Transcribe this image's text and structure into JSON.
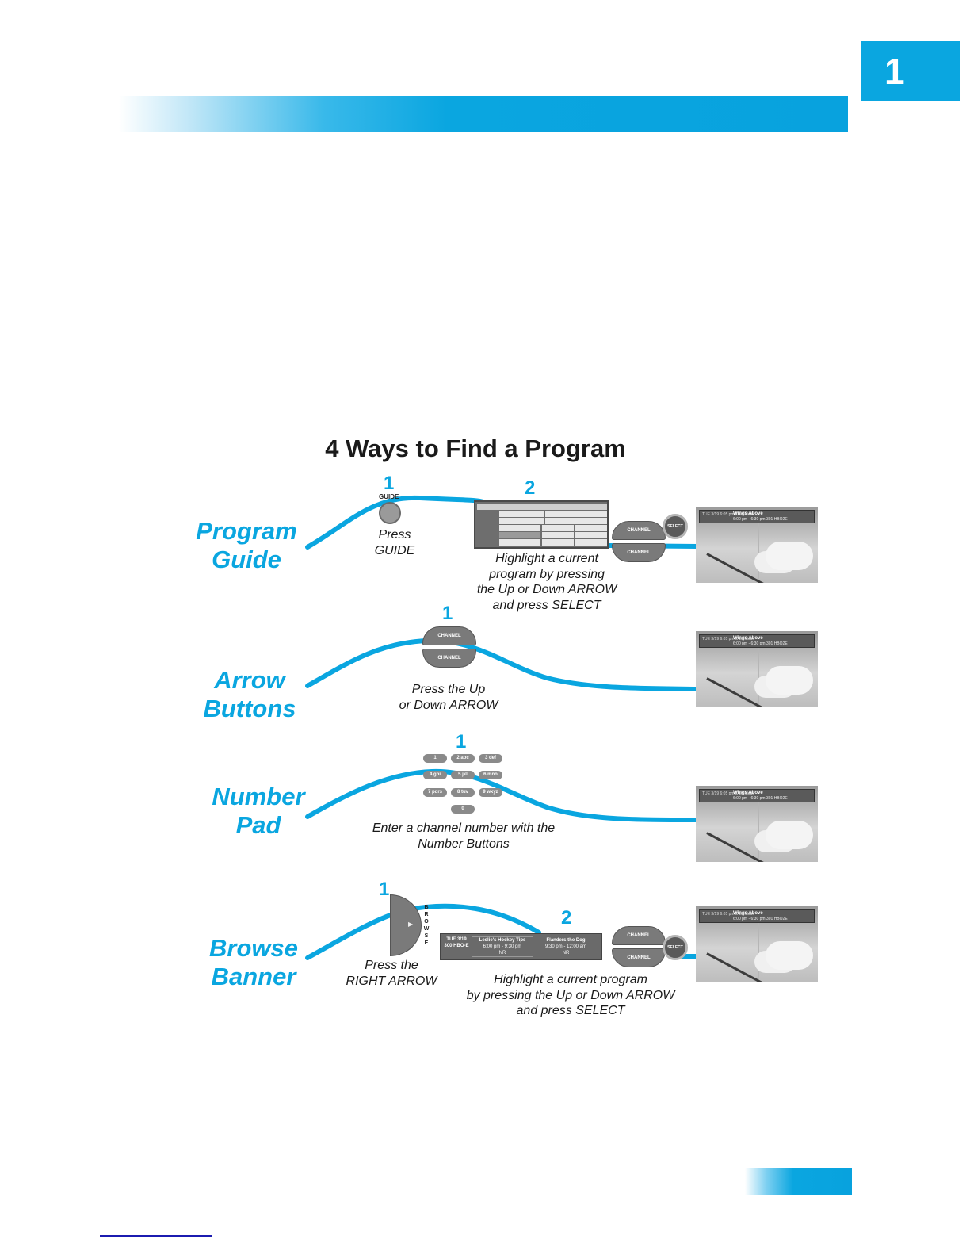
{
  "chapter": "1",
  "title": "4 Ways to Find a Program",
  "sections": [
    {
      "label_lines": [
        "Program",
        "Guide"
      ],
      "steps": [
        "1",
        "2"
      ],
      "captions": [
        [
          "Press",
          "GUIDE"
        ],
        [
          "Highlight a current",
          "program by pressing",
          "the Up or Down ARROW",
          "and press SELECT"
        ]
      ]
    },
    {
      "label_lines": [
        "Arrow",
        "Buttons"
      ],
      "steps": [
        "1"
      ],
      "captions": [
        [
          "Press the Up",
          "or Down ARROW"
        ]
      ]
    },
    {
      "label_lines": [
        "Number",
        "Pad"
      ],
      "steps": [
        "1"
      ],
      "captions": [
        [
          "Enter a channel number with the",
          "Number Buttons"
        ]
      ]
    },
    {
      "label_lines": [
        "Browse",
        "Banner"
      ],
      "steps": [
        "1",
        "2"
      ],
      "captions": [
        [
          "Press the",
          "RIGHT ARROW"
        ],
        [
          "Highlight a current program",
          "by pressing the Up or Down ARROW",
          "and press SELECT"
        ]
      ]
    }
  ],
  "remote": {
    "guide_label": "GUIDE",
    "channel_label": "CHANNEL",
    "select_label": "SELECT",
    "browse_letters": "BROWSE",
    "keys": [
      "1",
      "2 abc",
      "3 def",
      "4 ghi",
      "5 jkl",
      "6 mno",
      "7 pqrs",
      "8 tuv",
      "9 wxyz",
      "0"
    ]
  },
  "tv_banner": {
    "channel_info": "TUE 3/19 6:05 pm Dual Mode",
    "program": "Wings Above",
    "time": "6:00 pm - 6:30 pm 301 HBO2E"
  },
  "browse_banner": {
    "channel": "TUE 3/19 300 HBO-E",
    "programs": [
      {
        "name": "Leslie's Hockey Tips",
        "time": "6:00 pm - 9:30 pm",
        "rating": "NR"
      },
      {
        "name": "Flanders the Dog",
        "time": "9:30 pm - 12:00 am",
        "rating": "NR"
      }
    ]
  },
  "colors": {
    "accent": "#0aa6e0",
    "text": "#1a1a1a"
  }
}
